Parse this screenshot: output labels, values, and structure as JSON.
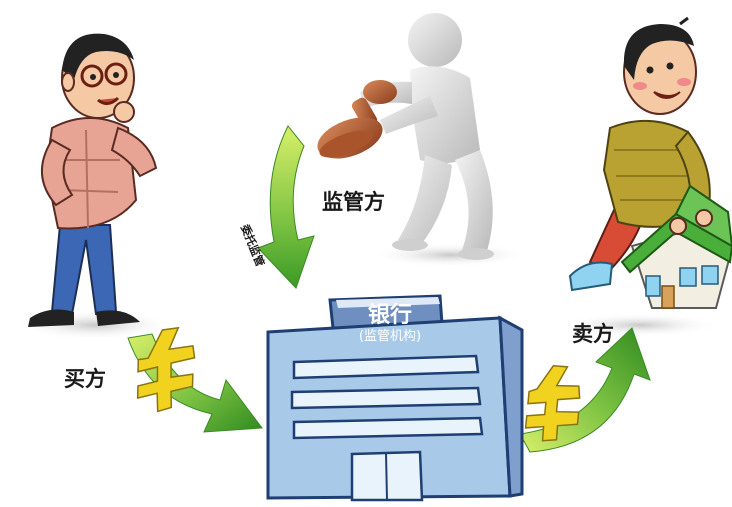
{
  "labels": {
    "supervisor": "监管方",
    "buyer": "买方",
    "seller": "卖方",
    "arrow_text": "委托监管"
  },
  "bank": {
    "name": "银行",
    "sub": "(监管机构)"
  },
  "currency_symbol": "¥",
  "colors": {
    "arrow_green": "#7cc242",
    "arrow_dark": "#2f8a1f",
    "yen_yellow": "#f0d21f",
    "bank_body": "#a9c9e9",
    "bank_stripe": "#e8f3fb",
    "bank_outline": "#1f3f73",
    "bank_top": "#7596c8"
  },
  "icons": [
    "buyer-figure",
    "supervisor-figure",
    "stamp-icon",
    "seller-figure",
    "house-icon",
    "bank-building",
    "yen-icon"
  ]
}
